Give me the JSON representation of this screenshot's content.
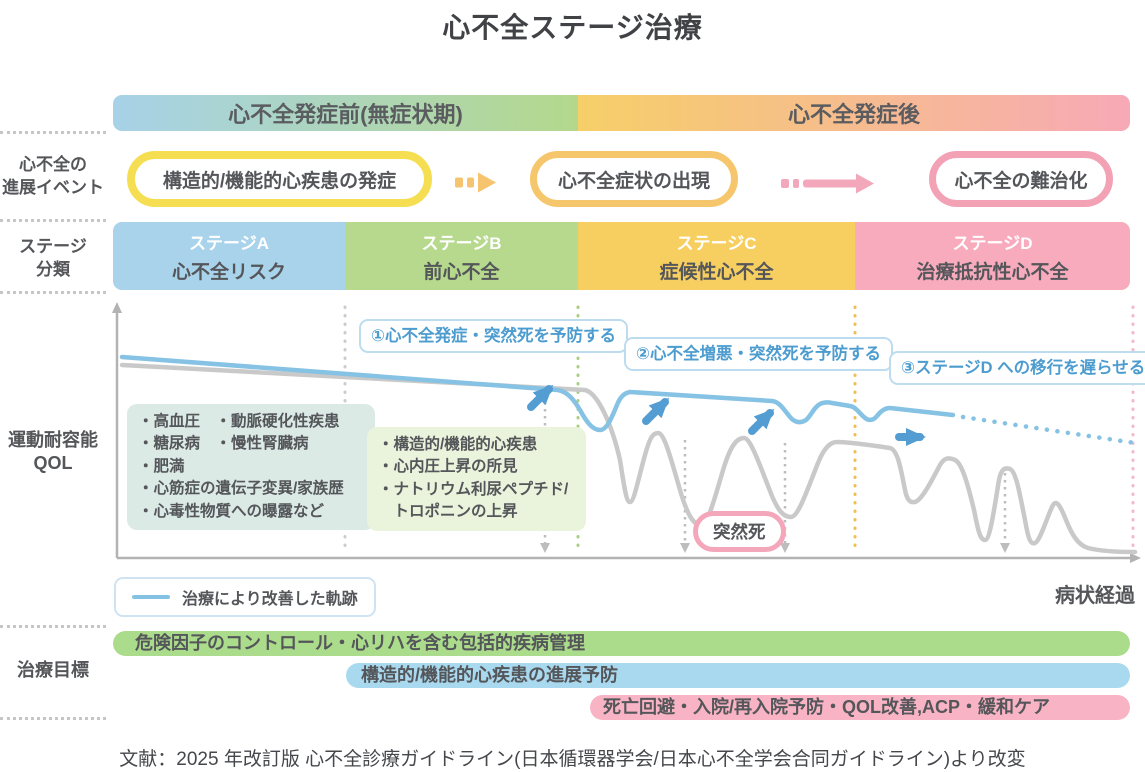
{
  "title": "心不全ステージ治療",
  "phases": [
    {
      "label": "心不全発症前(無症状期)"
    },
    {
      "label": "心不全発症後"
    }
  ],
  "row_labels": {
    "events": "心不全の\n進展イベント",
    "stage": "ステージ\n分類",
    "exercise": "運動耐容能\nQOL",
    "goals": "治療目標"
  },
  "events": {
    "pills": [
      {
        "label": "構造的/機能的心疾患の発症"
      },
      {
        "label": "心不全症状の出現"
      },
      {
        "label": "心不全の難治化"
      }
    ]
  },
  "stages": [
    {
      "stage": "ステージA",
      "name": "心不全リスク"
    },
    {
      "stage": "ステージB",
      "name": "前心不全"
    },
    {
      "stage": "ステージC",
      "name": "症候性心不全"
    },
    {
      "stage": "ステージD",
      "name": "治療抵抗性心不全"
    }
  ],
  "chart": {
    "annotations": [
      {
        "label": "①心不全発症・突然死を予防する"
      },
      {
        "label": "②心不全増悪・突然死を予防する"
      },
      {
        "label": "③ステージD への移行を遅らせる"
      }
    ],
    "risk_box": "・高血圧　・動脈硬化性疾患\n・糖尿病　・慢性腎臓病\n・肥満\n・心筋症の遺伝子変異/家族歴\n・心毒性物質への曝露など",
    "preclinical_box": "・構造的/機能的心疾患\n・心内圧上昇の所見\n・ナトリウム利尿ペプチド/\n　トロポニンの上昇",
    "sudden_death_label": "突然死",
    "legend_label": "治療により改善した軌跡",
    "xlabel": "病状経過"
  },
  "goals": [
    {
      "label": "危険因子のコントロール・心リハを含む包括的疾病管理"
    },
    {
      "label": "構造的/機能的心疾患の進展予防"
    },
    {
      "label": "死亡回避・入院/再入院予防・QOL改善,ACP・緩和ケア"
    }
  ],
  "citation": "文献：2025 年改訂版 心不全診療ガイドライン(日本循環器学会/日本心不全学会合同ガイドライン)より改変",
  "colors": {
    "stage_a": "#a9d3eb",
    "stage_b": "#b6d98e",
    "stage_c": "#f7cf60",
    "stage_d": "#f8abbd",
    "phase_pre_gradient_start": "#a7d2e8",
    "phase_pre_gradient_end": "#b3d88c",
    "phase_post_gradient_start": "#f6cf68",
    "phase_post_gradient_end": "#f7a9b6",
    "pill_yellow_border": "#f6de52",
    "pill_orange_border": "#f6c66c",
    "pill_pink_border": "#f3a2b6",
    "improved_trajectory_line": "#84c2e4",
    "baseline_line": "#c9c9c9",
    "arrow_blue": "#549dd3",
    "goal_green": "#abdc8c",
    "goal_blue": "#a9d9ef",
    "goal_pink": "#f8b4c4",
    "annotation_text": "#4d9ccf",
    "body_text": "#54565a"
  }
}
